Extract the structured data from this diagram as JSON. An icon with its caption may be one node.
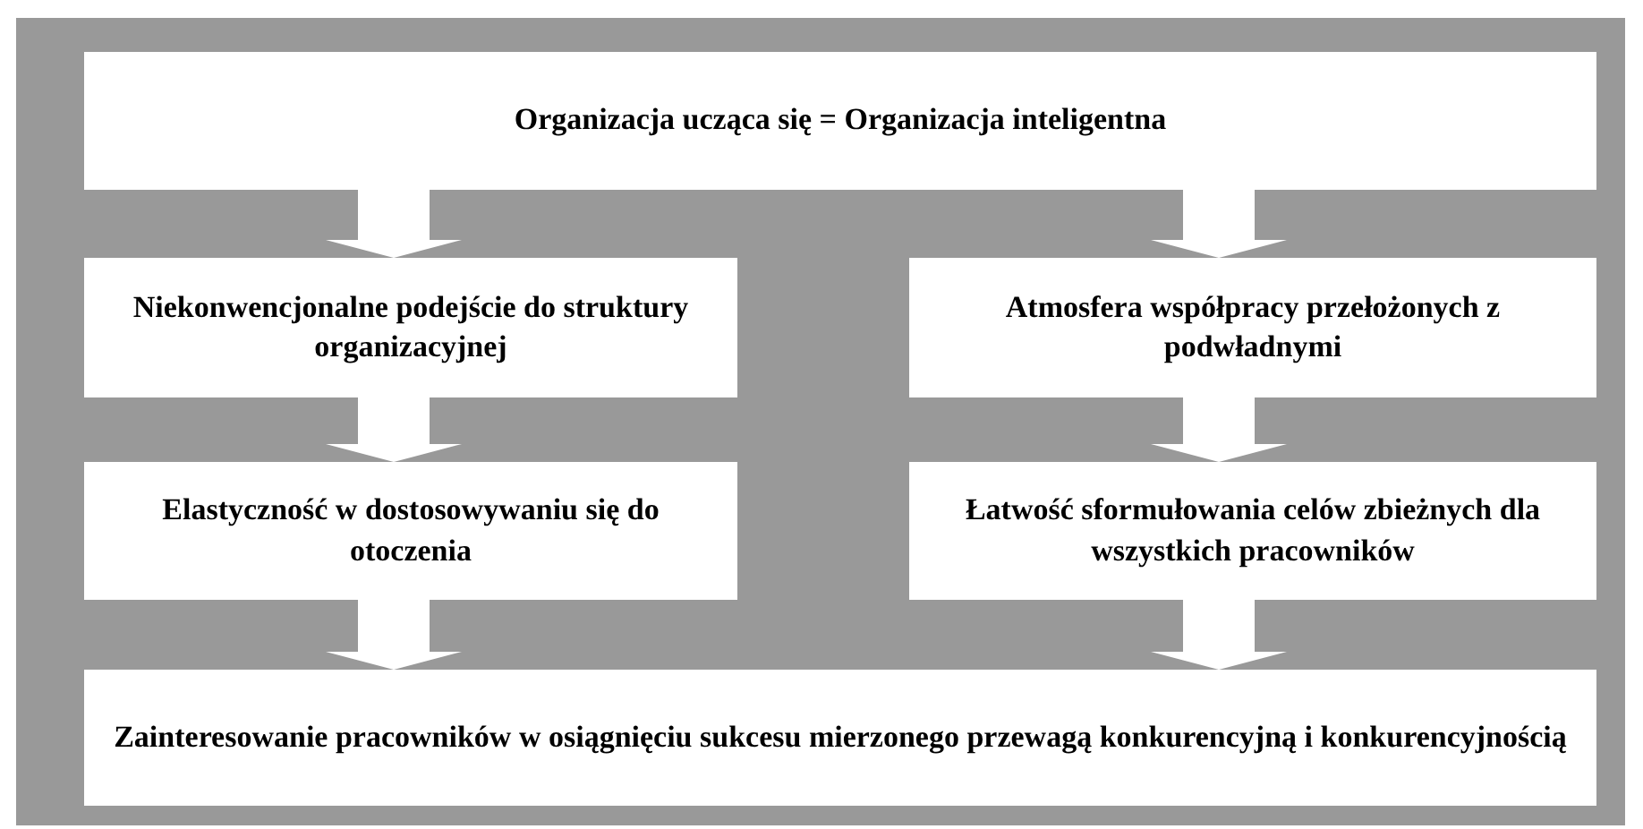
{
  "diagram": {
    "nodes": [
      {
        "text": [
          "Organizacja ucząca się = Organizacja inteligentna"
        ]
      },
      {
        "text": [
          "Niekonwencjonalne podejście do struktury organizacyjnej"
        ]
      },
      {
        "text": [
          "Atmosfera współpracy przełożonych z podwładnymi"
        ]
      },
      {
        "text": [
          "Elastyczność w dostosowywaniu się do otoczenia"
        ]
      },
      {
        "text": [
          "Łatwość sformułowania celów zbieżnych dla wszystkich pracowników"
        ]
      },
      {
        "text": [
          "Zainteresowanie pracowników w osiągnięciu sukcesu mierzonego przewagą konkurencyjną i konkurencyjnością"
        ]
      }
    ],
    "edges": [
      {
        "from": 0,
        "to": 1,
        "arrow": "to"
      },
      {
        "from": 0,
        "to": 2,
        "arrow": "to"
      },
      {
        "from": 1,
        "to": 3,
        "arrow": "to"
      },
      {
        "from": 2,
        "to": 4,
        "arrow": "to"
      },
      {
        "from": 3,
        "to": 5,
        "arrow": "to"
      },
      {
        "from": 4,
        "to": 5,
        "arrow": "to"
      }
    ]
  }
}
